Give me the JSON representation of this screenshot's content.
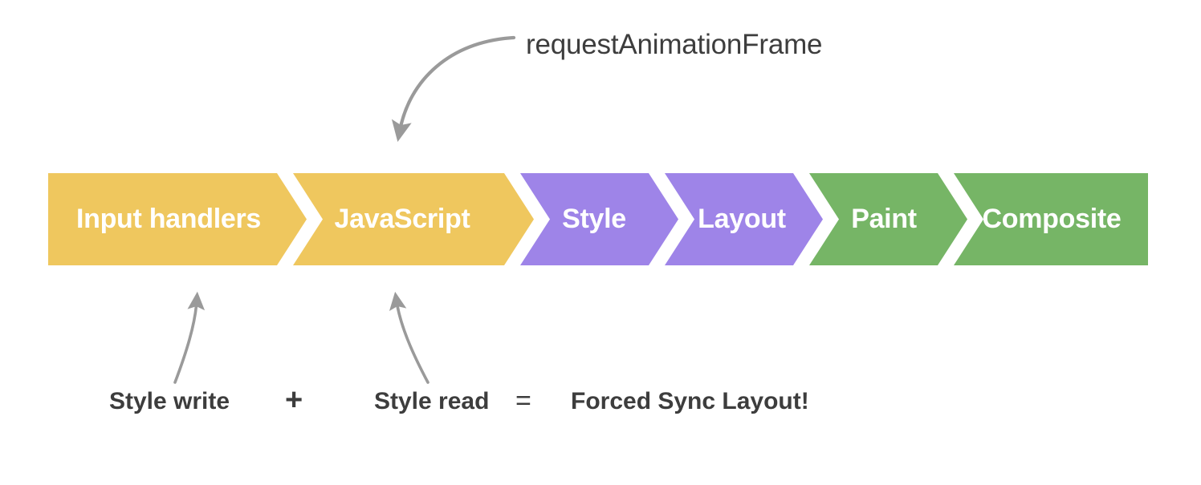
{
  "diagram": {
    "title_annotation": "requestAnimationFrame",
    "background_color": "#ffffff",
    "pipeline": {
      "stages": [
        {
          "label": "Input handlers",
          "color": "#efc75e",
          "group": "javascript"
        },
        {
          "label": "JavaScript",
          "color": "#efc75e",
          "group": "javascript"
        },
        {
          "label": "Style",
          "color": "#9e84e8",
          "group": "style-layout"
        },
        {
          "label": "Layout",
          "color": "#9e84e8",
          "group": "style-layout"
        },
        {
          "label": "Paint",
          "color": "#76b566",
          "group": "paint-composite"
        },
        {
          "label": "Composite",
          "color": "#76b566",
          "group": "paint-composite"
        }
      ],
      "label_color": "#ffffff",
      "separator_color": "#ffffff"
    },
    "equation": {
      "term_1": "Style write",
      "operator_1": "+",
      "term_2": "Style read",
      "operator_2": "=",
      "result": "Forced Sync Layout!",
      "text_color": "#3d3d3d"
    },
    "arrows": {
      "color": "#9a9a9a",
      "raf_arrow_name": "request-animation-frame-arrow",
      "style_write_arrow_name": "style-write-arrow",
      "style_read_arrow_name": "style-read-arrow"
    }
  }
}
